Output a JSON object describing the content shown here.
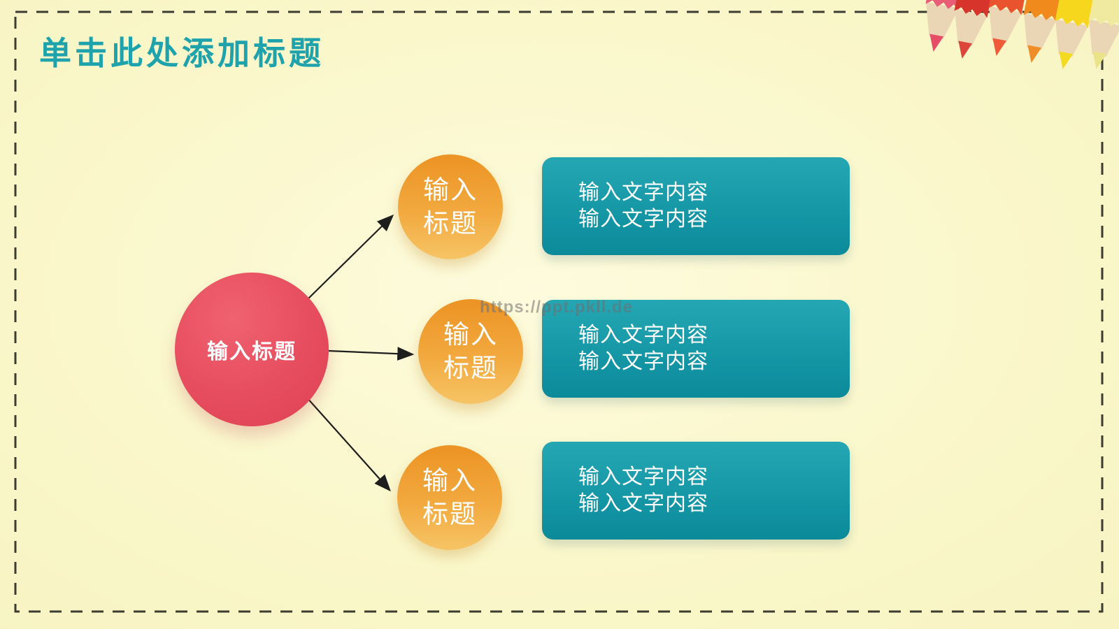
{
  "slide": {
    "title": "单击此处添加标题",
    "watermark": "https://ppt.pkll.de"
  },
  "diagram": {
    "root_label": "输入标题",
    "branches": [
      {
        "circle_line1": "输入",
        "circle_line2": "标题",
        "box_line1": "输入文字内容",
        "box_line2": "输入文字内容"
      },
      {
        "circle_line1": "输入",
        "circle_line2": "标题",
        "box_line1": "输入文字内容",
        "box_line2": "输入文字内容"
      },
      {
        "circle_line1": "输入",
        "circle_line2": "标题",
        "box_line1": "输入文字内容",
        "box_line2": "输入文字内容"
      }
    ]
  },
  "colors": {
    "background": "#FAF7CB",
    "title_teal": "#1EA2AB",
    "root_circle_red": "#E64D5E",
    "branch_circle_orange": "#F0A238",
    "box_teal": "#1597A6",
    "arrow_black": "#1E1E1E",
    "border_dash": "#3C3C30",
    "text_white": "#FFFFFF",
    "pencil_wood": "#EAD6B4",
    "pencil_wood_edge": "#DFC49C"
  },
  "decor": {
    "pencils": [
      {
        "name": "pink-pencil",
        "body": "#E85D75",
        "tip": "#E64E68"
      },
      {
        "name": "red-pencil",
        "body": "#D7352C",
        "tip": "#DC453C"
      },
      {
        "name": "vermilion-pencil",
        "body": "#E9542F",
        "tip": "#EF5B38"
      },
      {
        "name": "orange-pencil",
        "body": "#F08A1D",
        "tip": "#EF8D28"
      },
      {
        "name": "yellow-pencil",
        "body": "#F7D71E",
        "tip": "#F4DA20"
      },
      {
        "name": "pale-yellow-pencil",
        "body": "#F0E9A0",
        "tip": "#EAE388"
      }
    ]
  }
}
